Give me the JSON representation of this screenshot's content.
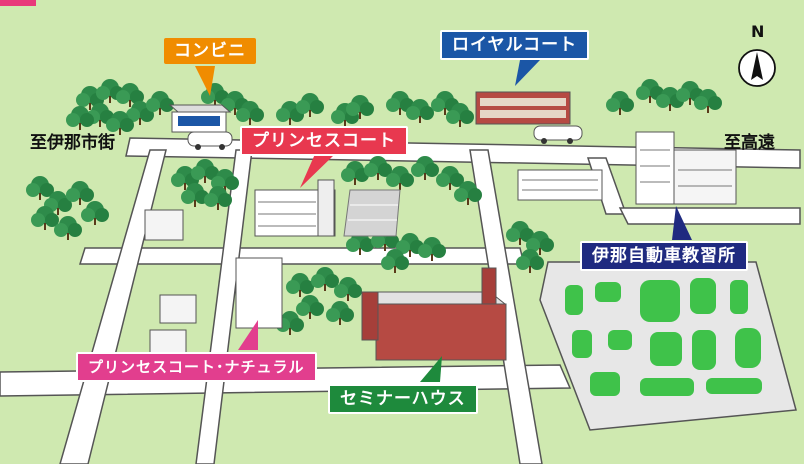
{
  "labels": {
    "konbini": "コンビニ",
    "royal_court": "ロイヤルコート",
    "princess_court": "プリンセスコート",
    "princess_court_natural": "プリンセスコート･ナチュラル",
    "seminar_house": "セミナーハウス",
    "driving_school": "伊那自動車教習所"
  },
  "directions": {
    "to_ina_city": "至伊那市街",
    "to_takato": "至高遠"
  },
  "compass": {
    "letter": "N",
    "icon": "north-arrow-icon"
  },
  "colors": {
    "konbini": "#f08c00",
    "royal_court": "#1b56a6",
    "princess_court": "#e8384f",
    "princess_court_natural": "#e23e8e",
    "seminar_house": "#1e8a3c",
    "driving_school": "#1f2a80",
    "background": "#cfe9b0",
    "road": "#ffffff",
    "tree": "#2e8b4a"
  }
}
